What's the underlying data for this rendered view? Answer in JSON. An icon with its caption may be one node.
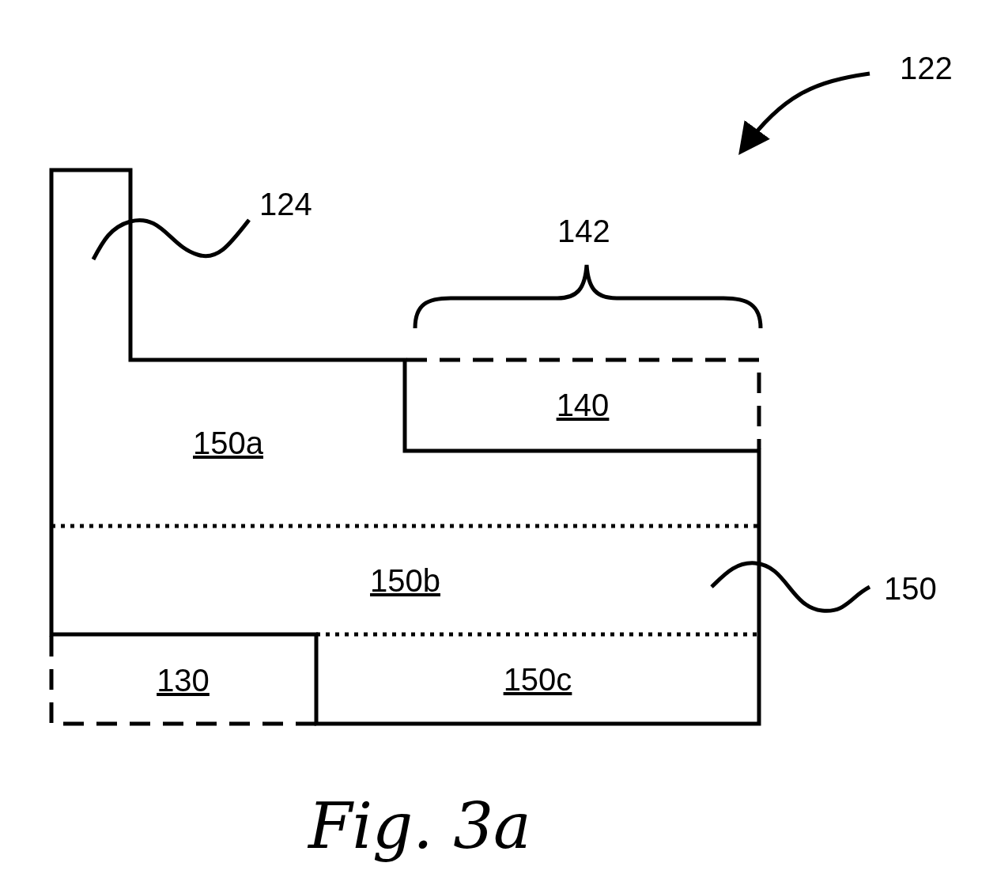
{
  "diagram": {
    "caption": "Fig. 3a",
    "nodes": [
      {
        "text": [
          "122"
        ]
      },
      {
        "text": [
          "124"
        ]
      },
      {
        "text": [
          "150"
        ]
      },
      {
        "text": [],
        "shape": "box"
      },
      {
        "text": [
          "150a"
        ],
        "in": 3
      },
      {
        "text": [
          "150b"
        ],
        "in": 3
      },
      {
        "text": [
          "150c"
        ],
        "in": 3
      },
      {
        "text": [
          "140"
        ]
      },
      {
        "text": [
          "130"
        ]
      }
    ],
    "edges": [
      {
        "from": 0,
        "to": null,
        "arrow": "to"
      },
      {
        "from": 1,
        "to": 3,
        "arrow": "none"
      },
      {
        "from": 2,
        "to": 3,
        "arrow": "none"
      }
    ],
    "labels": [
      "142"
    ]
  }
}
